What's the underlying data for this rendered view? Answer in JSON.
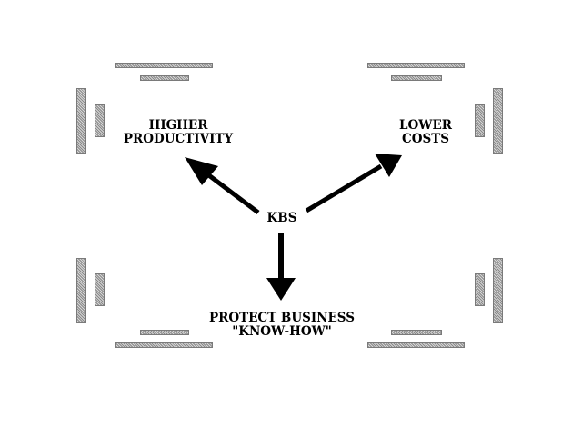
{
  "colors": {
    "ink": "#000000",
    "bracket_fill": "#bdbdbd",
    "background": "#ffffff"
  },
  "labels": {
    "center": "KBS",
    "top_left": [
      "HIGHER",
      "PRODUCTIVITY"
    ],
    "top_right": [
      "LOWER",
      "COSTS"
    ],
    "bottom": [
      "PROTECT BUSINESS",
      "\"KNOW-HOW\""
    ]
  },
  "arrows": [
    {
      "from": "KBS",
      "to": "HIGHER PRODUCTIVITY"
    },
    {
      "from": "KBS",
      "to": "LOWER COSTS"
    },
    {
      "from": "KBS",
      "to": "PROTECT BUSINESS \"KNOW-HOW\""
    }
  ],
  "decorations": [
    "corner-bracket-top-left",
    "corner-bracket-top-right",
    "corner-bracket-bottom-left",
    "corner-bracket-bottom-right"
  ]
}
